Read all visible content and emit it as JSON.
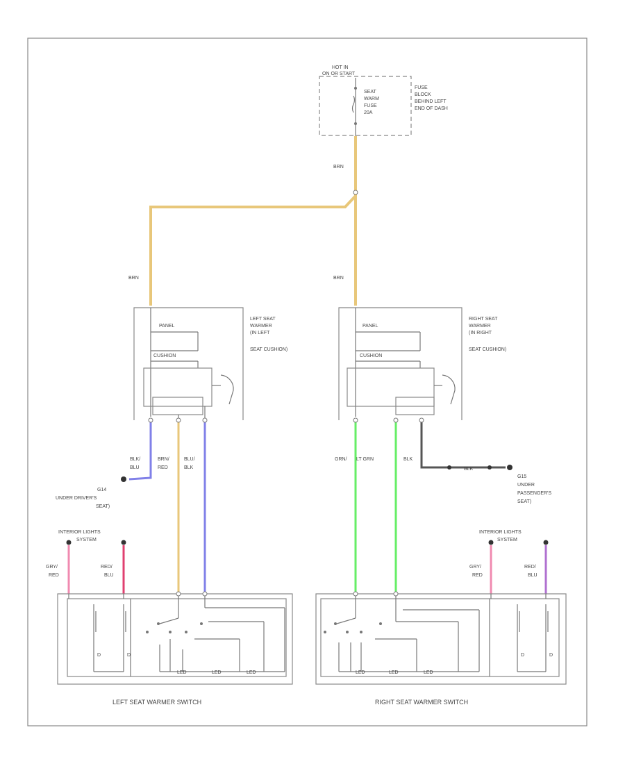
{
  "fuse": {
    "hot_line1": "HOT IN",
    "hot_line2": "ON OR START",
    "name": [
      "SEAT",
      "WARM",
      "FUSE",
      "20A"
    ],
    "location": [
      "FUSE",
      "BLOCK",
      "BEHIND LEFT",
      "END OF DASH"
    ]
  },
  "wires": {
    "brn_top": "BRN",
    "brn_left": "BRN",
    "brn_right": "BRN",
    "left_blk": [
      "BLK/",
      "BLU"
    ],
    "left_brn": [
      "BRN/",
      "RED"
    ],
    "left_blu": [
      "BLU/",
      "BLK"
    ],
    "right_grn": [
      "GRN/",
      "LT GRN"
    ],
    "right_blk": "BLK",
    "right_blk_ext": "BLK"
  },
  "left_heater": {
    "label": [
      "LEFT SEAT",
      "WARMER",
      "(IN LEFT",
      "SEAT CUSHION)"
    ],
    "elem1": "PANEL",
    "elem2": "CUSHION"
  },
  "right_heater": {
    "label": [
      "RIGHT SEAT",
      "WARMER",
      "(IN RIGHT",
      "SEAT CUSHION)"
    ],
    "elem1": "PANEL",
    "elem2": "CUSHION"
  },
  "grounds": {
    "left": [
      "G14",
      "UNDER DRIVER'S",
      "SEAT)"
    ],
    "right": [
      "G15",
      "UNDER",
      "PASSENGER'S",
      "SEAT)"
    ]
  },
  "interior_left": {
    "title": [
      "INTERIOR LIGHTS",
      "SYSTEM"
    ],
    "w1": [
      "GRY/",
      "RED"
    ],
    "w2": [
      "RED/",
      "BLU"
    ]
  },
  "interior_right": {
    "title": [
      "INTERIOR LIGHTS",
      "SYSTEM"
    ],
    "w1": [
      "GRY/",
      "RED"
    ],
    "w2": [
      "RED/",
      "BLU"
    ]
  },
  "switches": {
    "left": "LEFT SEAT WARMER SWITCH",
    "right": "RIGHT SEAT WARMER SWITCH"
  },
  "colors": {
    "brn": "#e8c77a",
    "blu": "#8080e8",
    "grn": "#66ee66",
    "blk": "#555555",
    "pink": "#f08ab0",
    "red": "#e04070",
    "purple": "#b070d0"
  }
}
